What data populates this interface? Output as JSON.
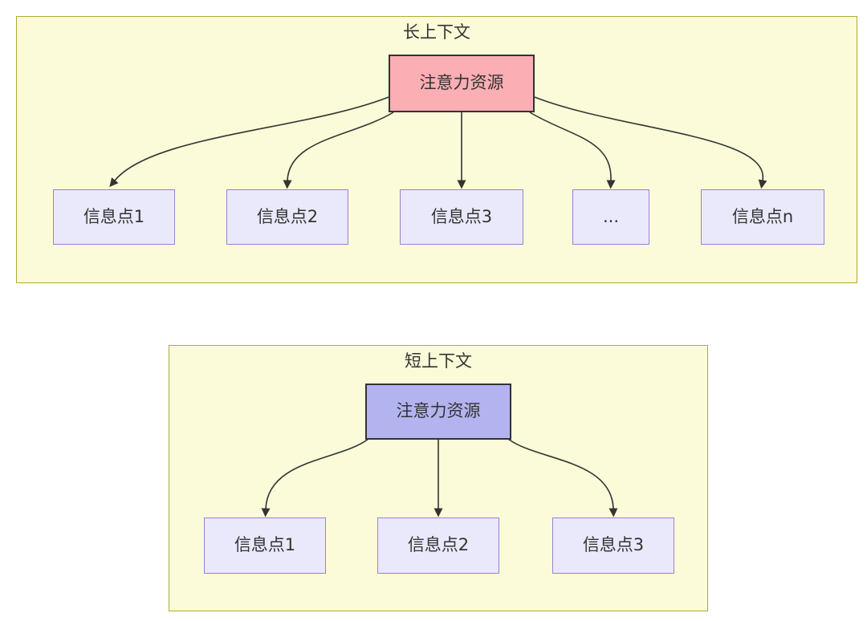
{
  "long_context": {
    "title": "长上下文",
    "root_label": "注意力资源",
    "children": [
      "信息点1",
      "信息点2",
      "信息点3",
      "...",
      "信息点n"
    ]
  },
  "short_context": {
    "title": "短上下文",
    "root_label": "注意力资源",
    "children": [
      "信息点1",
      "信息点2",
      "信息点3"
    ]
  },
  "colors": {
    "container_fill": "#FBFBD9",
    "container_border": "#ACAC38",
    "long_root_fill": "#FCAEB5",
    "short_root_fill": "#B3B3F0",
    "root_border": "#333333",
    "info_box_fill": "#E9E9FB",
    "info_box_border": "#9D7FD1",
    "arrow_color": "#333333",
    "text_color": "#333333"
  }
}
